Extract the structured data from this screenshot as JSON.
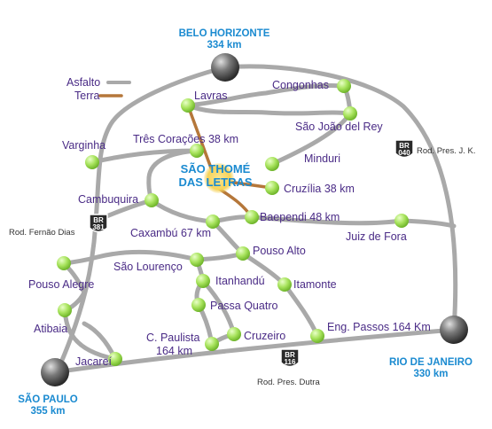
{
  "legend": {
    "asphalt_label": "Asfalto",
    "earth_label": "Terra",
    "asphalt_color": "#a9a9a9",
    "earth_color": "#b5773a"
  },
  "highlight": {
    "line1": "SÃO THOMÉ",
    "line2": "DAS LETRAS",
    "color": "#f6d35a"
  },
  "metros": {
    "bh": {
      "name": "BELO HORIZONTE",
      "distance": "334 km"
    },
    "rj": {
      "name": "RIO DE JANEIRO",
      "distance": "330 km"
    },
    "sp": {
      "name": "SÃO PAULO",
      "distance": "355 km"
    }
  },
  "highways": {
    "br040": {
      "line1": "BR",
      "line2": "040",
      "name": "Rod. Pres. J. K."
    },
    "br381": {
      "line1": "BR",
      "line2": "381",
      "name": "Rod. Fernão Dias"
    },
    "br116": {
      "line1": "BR",
      "line2": "116",
      "name": "Rod. Pres. Dutra"
    }
  },
  "cities": {
    "lavras": "Lavras",
    "congonhas": "Congonhas",
    "sao_joao": "São João del Rey",
    "varginha": "Varginha",
    "tres_coracoes": "Três Corações 38 km",
    "minduri": "Minduri",
    "cruzilia": "Cruzília 38 km",
    "cambuquira": "Cambuquira",
    "baependi": "Baependi 48 km",
    "caxambu": "Caxambú 67 km",
    "juiz_de_fora": "Juiz de Fora",
    "pouso_alto": "Pouso Alto",
    "sao_lourenco": "São Lourenço",
    "pouso_alegre": "Pouso Alegre",
    "itanhandu": "Itanhandú",
    "itamonte": "Itamonte",
    "passa_quatro": "Passa Quatro",
    "atibaia": "Atibaia",
    "c_paulista_1": "C. Paulista",
    "c_paulista_2": "164 km",
    "cruzeiro": "Cruzeiro",
    "eng_passos": "Eng. Passos 164 Km",
    "jacarei": "Jacareí"
  }
}
